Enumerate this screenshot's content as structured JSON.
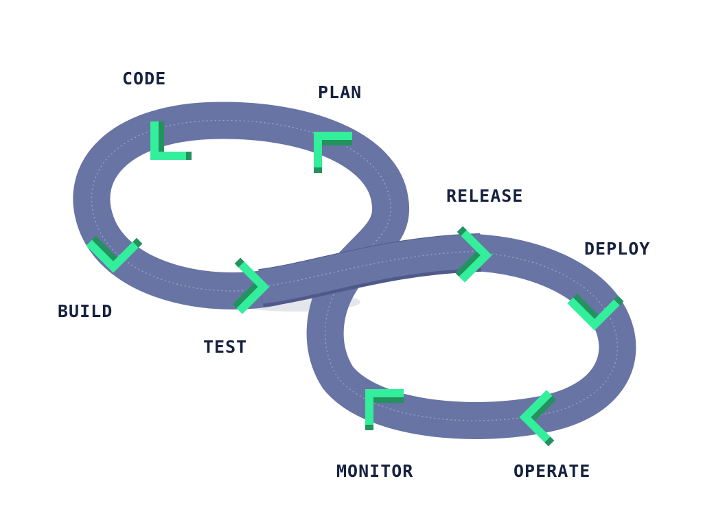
{
  "colors": {
    "loop": "#6874a3",
    "loop_shadow": "#4f5a8a",
    "loop_dots": "#93a3cc",
    "arrow_top": "#33ee9a",
    "arrow_side": "#22925f",
    "label": "#16213f",
    "ground_shadow": "#e4e6ec"
  },
  "stages": [
    {
      "id": "code",
      "label": "CODE",
      "icon": "chevron-arrow-icon"
    },
    {
      "id": "plan",
      "label": "PLAN",
      "icon": "chevron-arrow-icon"
    },
    {
      "id": "release",
      "label": "RELEASE",
      "icon": "chevron-arrow-icon"
    },
    {
      "id": "deploy",
      "label": "DEPLOY",
      "icon": "chevron-arrow-icon"
    },
    {
      "id": "build",
      "label": "BUILD",
      "icon": "chevron-arrow-icon"
    },
    {
      "id": "test",
      "label": "TEST",
      "icon": "chevron-arrow-icon"
    },
    {
      "id": "monitor",
      "label": "MONITOR",
      "icon": "chevron-arrow-icon"
    },
    {
      "id": "operate",
      "label": "OPERATE",
      "icon": "chevron-arrow-icon"
    }
  ]
}
